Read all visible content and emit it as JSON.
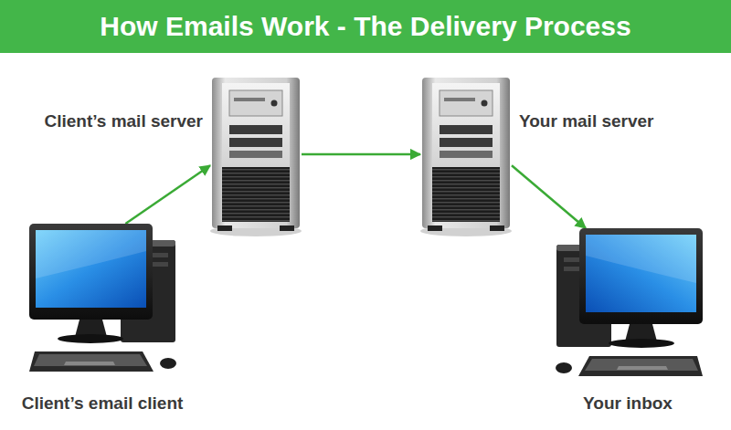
{
  "diagram": {
    "title": "How Emails Work - The Delivery Process",
    "nodes": [
      {
        "text": [
          "Client’s email client"
        ]
      },
      {
        "text": [
          "Client’s mail server"
        ]
      },
      {
        "text": [
          "Your mail server"
        ]
      },
      {
        "text": [
          "Your inbox"
        ]
      }
    ],
    "edges": [
      {
        "from": 0,
        "to": 1,
        "arrow": "to"
      },
      {
        "from": 1,
        "to": 2,
        "arrow": "to"
      },
      {
        "from": 2,
        "to": 3,
        "arrow": "to"
      }
    ]
  }
}
